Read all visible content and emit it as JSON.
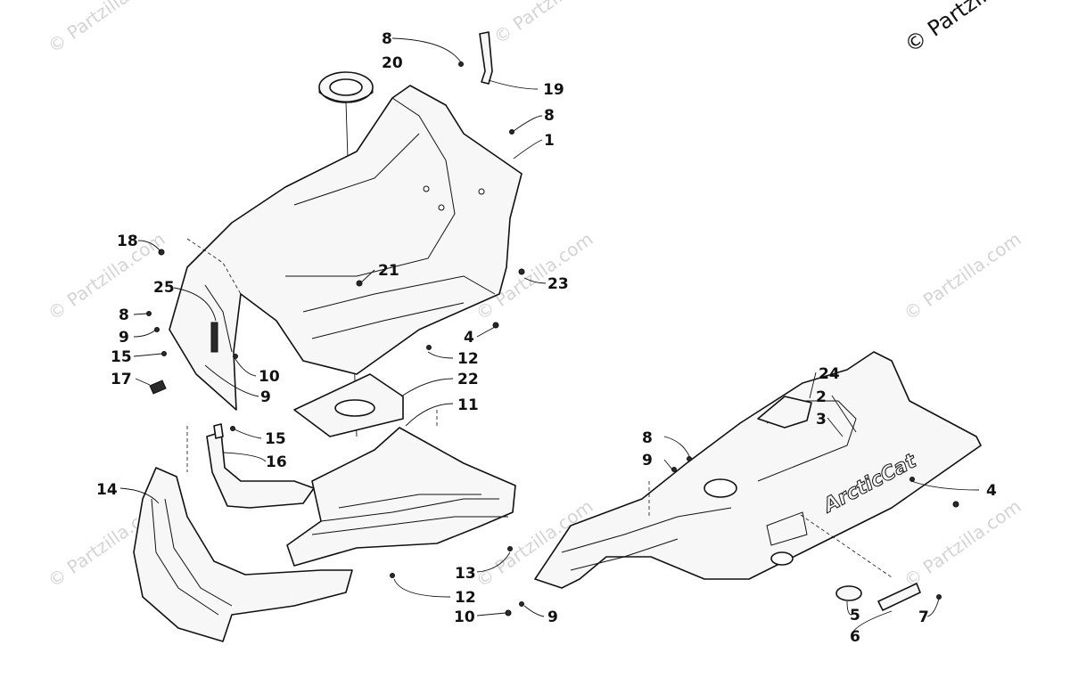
{
  "copyright": "© Partzilla.com",
  "watermark": "© Partzilla.com",
  "callouts": [
    "8",
    "20",
    "19",
    "8",
    "1",
    "18",
    "21",
    "23",
    "25",
    "8",
    "9",
    "4",
    "12",
    "15",
    "10",
    "17",
    "9",
    "22",
    "11",
    "24",
    "2",
    "3",
    "15",
    "16",
    "8",
    "9",
    "4",
    "14",
    "13",
    "12",
    "10",
    "9",
    "5",
    "6",
    "7"
  ]
}
